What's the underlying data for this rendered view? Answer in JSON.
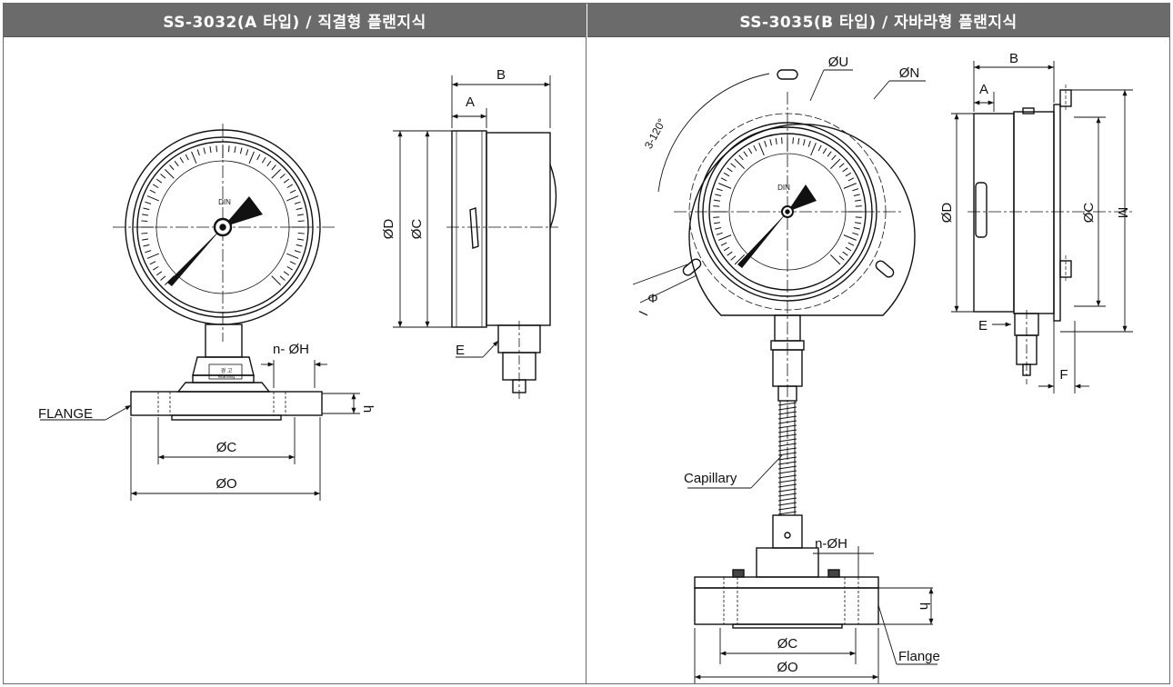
{
  "panels": {
    "left": {
      "title": "SS-3032(A 타입) / 직결형 플랜지식",
      "labels": {
        "a": "A",
        "b": "B",
        "od": "ØD",
        "oc_side": "ØC",
        "e": "E",
        "nh": "n- ØH",
        "h": "h",
        "flange": "FLANGE",
        "oc": "ØC",
        "oo": "ØO",
        "din": "DIN",
        "warning_kr": "경  고",
        "warning_en": "Warning"
      }
    },
    "right": {
      "title": "SS-3035(B 타입) / 자바라형 플랜지식",
      "labels": {
        "ou": "ØU",
        "on": "ØN",
        "angle": "3-120°",
        "phi": "Φ",
        "l": "l",
        "din": "DIN",
        "capillary": "Capillary",
        "nh": "n-ØH",
        "h": "h",
        "oc": "ØC",
        "oo": "ØO",
        "flange": "Flange",
        "a": "A",
        "b": "B",
        "od": "ØD",
        "oc_side": "ØC",
        "m": "M",
        "e": "E",
        "f": "F"
      }
    }
  },
  "colors": {
    "header_bg": "#6b6b6b",
    "header_text": "#ffffff",
    "line": "#111111",
    "border": "#6a6a6a"
  }
}
